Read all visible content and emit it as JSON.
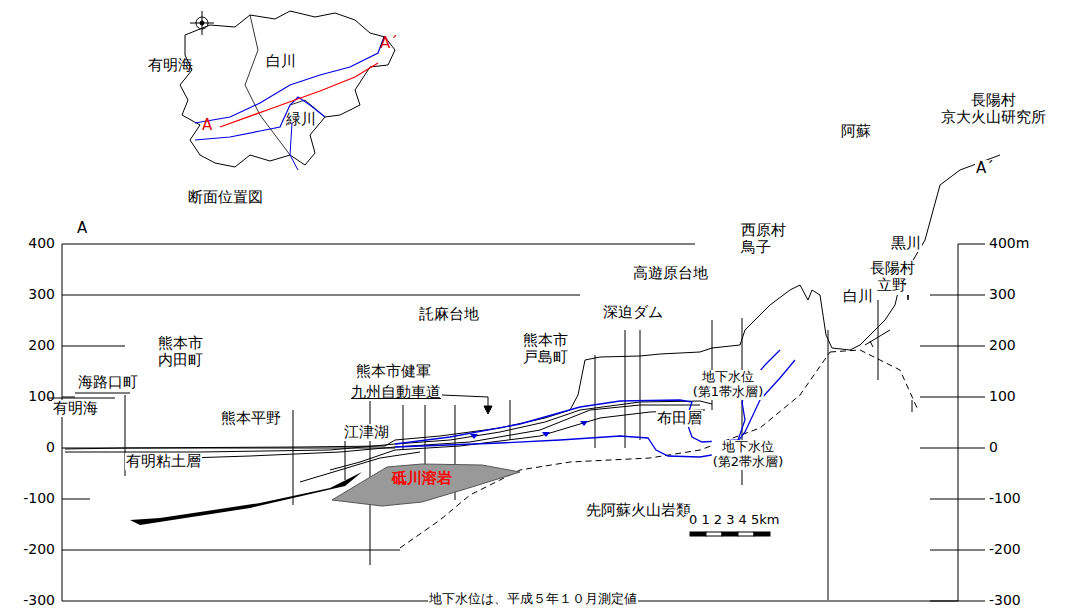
{
  "diagram": {
    "nodes": [
      {
        "text": [
          "有明海",
          "白川",
          "緑川",
          "A",
          "A´",
          "断面位置図"
        ]
      },
      {
        "text": [
          "砥川溶岩"
        ]
      }
    ],
    "labels": [
      "400",
      "300",
      "200",
      "100",
      "0",
      "-100",
      "-200",
      "-300",
      "400m",
      "300",
      "200",
      "100",
      "0",
      "-100",
      "-200",
      "-300",
      "A",
      "阿蘇",
      "長陽村 京大火山研究所",
      "A´",
      "長陽村 立野",
      "黒川",
      "西原村 鳥子",
      "白川",
      "高遊原台地",
      "託麻台地",
      "深迫ダム",
      "熊本市 内田町",
      "熊本市健軍",
      "熊本市 戸島町",
      "九州自動車道",
      "海路口町",
      "有明海",
      "熊本平野",
      "江津湖",
      "地下水位 (第1帯水層)",
      "布田層",
      "有明粘土層",
      "地下水位 (第2帯水層)",
      "先阿蘇火山岩類",
      "0 1 2 3 4 5km",
      "地下水位は、平成５年１０月測定値"
    ]
  }
}
